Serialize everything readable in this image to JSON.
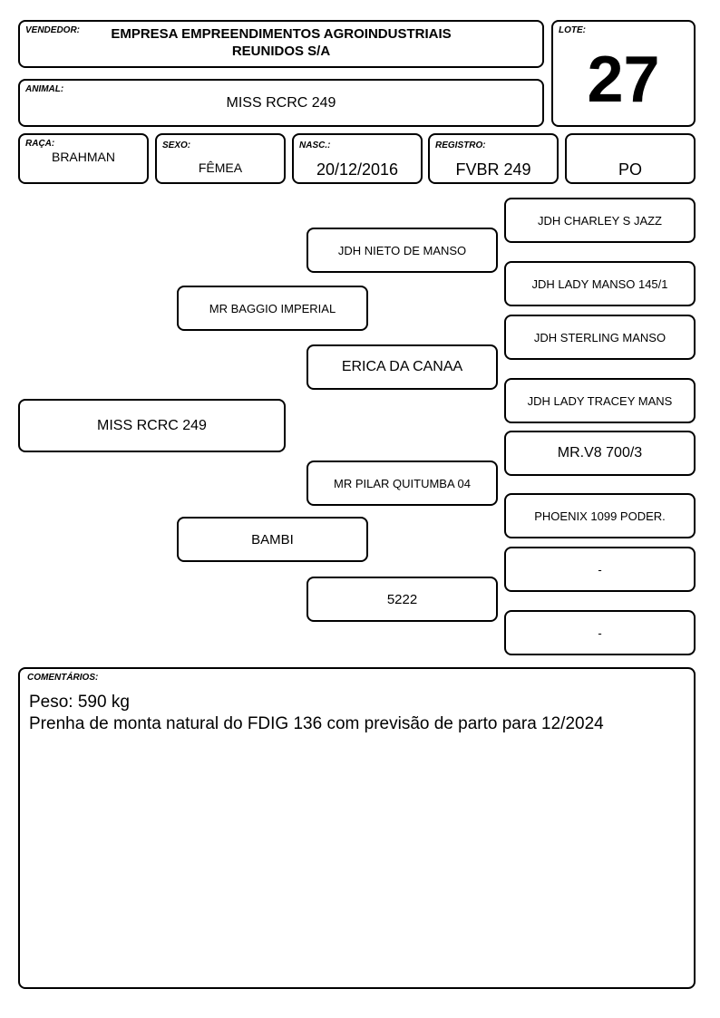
{
  "header": {
    "vendedor_label": "VENDEDOR:",
    "vendedor_line1": "EMPRESA EMPREENDIMENTOS AGROINDUSTRIAIS",
    "vendedor_line2": "REUNIDOS S/A",
    "lote_label": "LOTE:",
    "lote_value": "27",
    "animal_label": "ANIMAL:",
    "animal_value": "MISS RCRC 249"
  },
  "info": {
    "raca_label": "RAÇA:",
    "raca_value": "BRAHMAN",
    "sexo_label": "SEXO:",
    "sexo_value": "FÊMEA",
    "nasc_label": "NASC.:",
    "nasc_value": "20/12/2016",
    "registro_label": "REGISTRO:",
    "registro_value": "FVBR 249",
    "categoria_value": "PO"
  },
  "pedigree": {
    "animal": "MISS RCRC 249",
    "sire": "MR BAGGIO IMPERIAL",
    "dam": "BAMBI",
    "sire_sire": "JDH NIETO DE MANSO",
    "sire_dam": "ERICA DA CANAA",
    "dam_sire": "MR PILAR QUITUMBA 04",
    "dam_dam": "5222",
    "gg1": "JDH CHARLEY S JAZZ",
    "gg2": "JDH LADY MANSO 145/1",
    "gg3": "JDH STERLING MANSO",
    "gg4": "JDH LADY TRACEY MANS",
    "gg5": "MR.V8 700/3",
    "gg6": "PHOENIX 1099 PODER.",
    "gg7": "-",
    "gg8": "-"
  },
  "comments": {
    "label": "COMENTÁRIOS:",
    "line1": "Peso: 590 kg",
    "line2": "Prenha de monta natural do FDIG 136 com previsão de parto para 12/2024"
  }
}
